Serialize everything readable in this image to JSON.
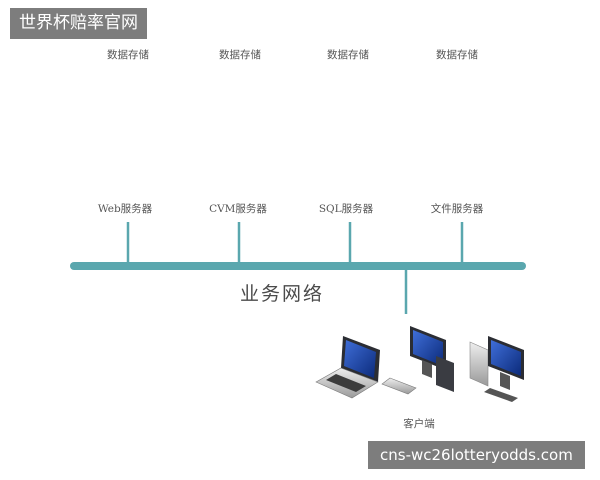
{
  "watermark_top": "世界杯赔率官网",
  "watermark_bottom": "cns-wc26lotteryodds.com",
  "storage_label": "数据存储",
  "servers": [
    {
      "label": "Web服务器"
    },
    {
      "label": "CVM服务器"
    },
    {
      "label": "SQL服务器"
    },
    {
      "label": "文件服务器"
    }
  ],
  "network_label": "业务网络",
  "client_label": "客户端",
  "colors": {
    "network_line": "#5aa7ae",
    "device_top": "#8a8e96",
    "disk_blue": "#4e74c4"
  }
}
